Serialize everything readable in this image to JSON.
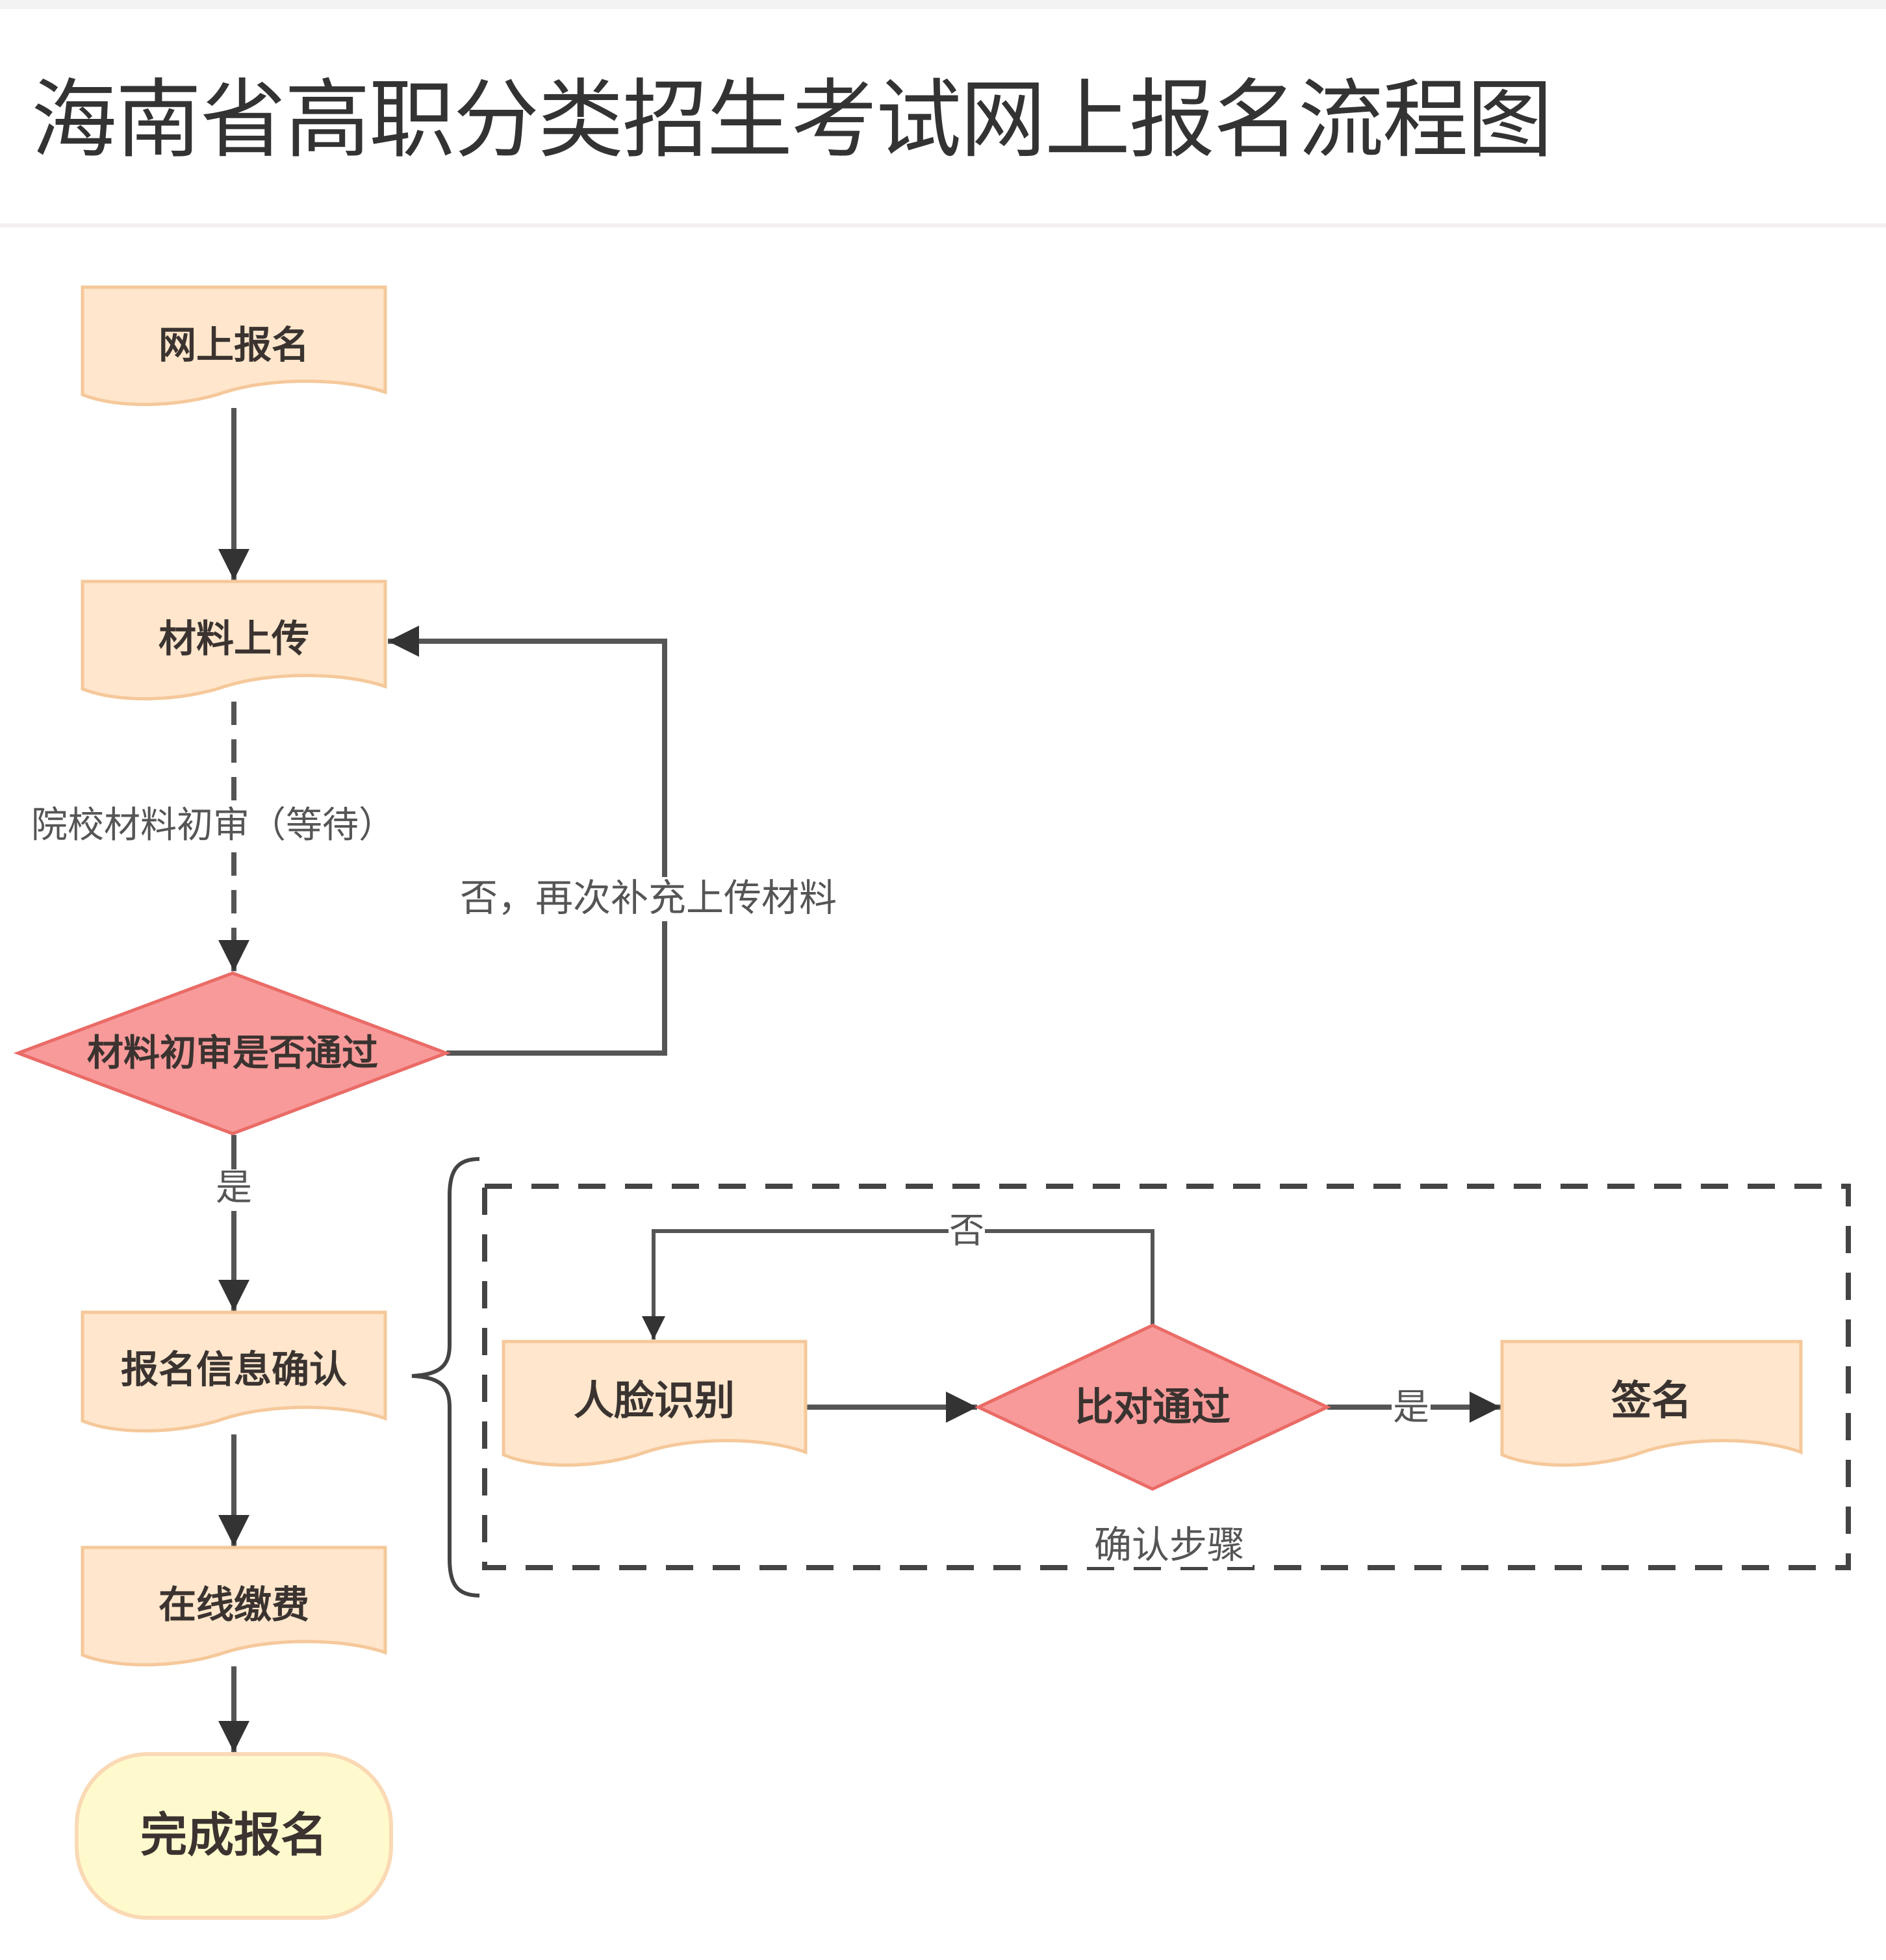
{
  "header": {
    "title": "海南省高职分类招生考试网上报名流程图"
  },
  "colors": {
    "process_fill": "#FFE6CC",
    "process_stroke": "#F5C89A",
    "decision_fill": "#F89A9A",
    "decision_stroke": "#EA6B66",
    "terminal_fill": "#FFFACD",
    "terminal_stroke": "#FAD9B5",
    "edge": "#555555",
    "arrowhead": "#333333",
    "label_text": "#555555",
    "node_text": "#3A3330"
  },
  "nodes": {
    "online_registration": "网上报名",
    "upload_materials": "材料上传",
    "review_decision": "材料初审是否通过",
    "info_confirmation": "报名信息确认",
    "online_payment": "在线缴费",
    "complete_registration": "完成报名",
    "face_recognition": "人脸识别",
    "match_decision": "比对通过",
    "signature": "签名"
  },
  "edge_labels": {
    "school_review_wait": "院校材料初审（等待）",
    "reject_reupload": "否，再次补充上传材料",
    "review_yes": "是",
    "match_no": "否",
    "match_yes": "是"
  },
  "group": {
    "label": "确认步骤"
  }
}
